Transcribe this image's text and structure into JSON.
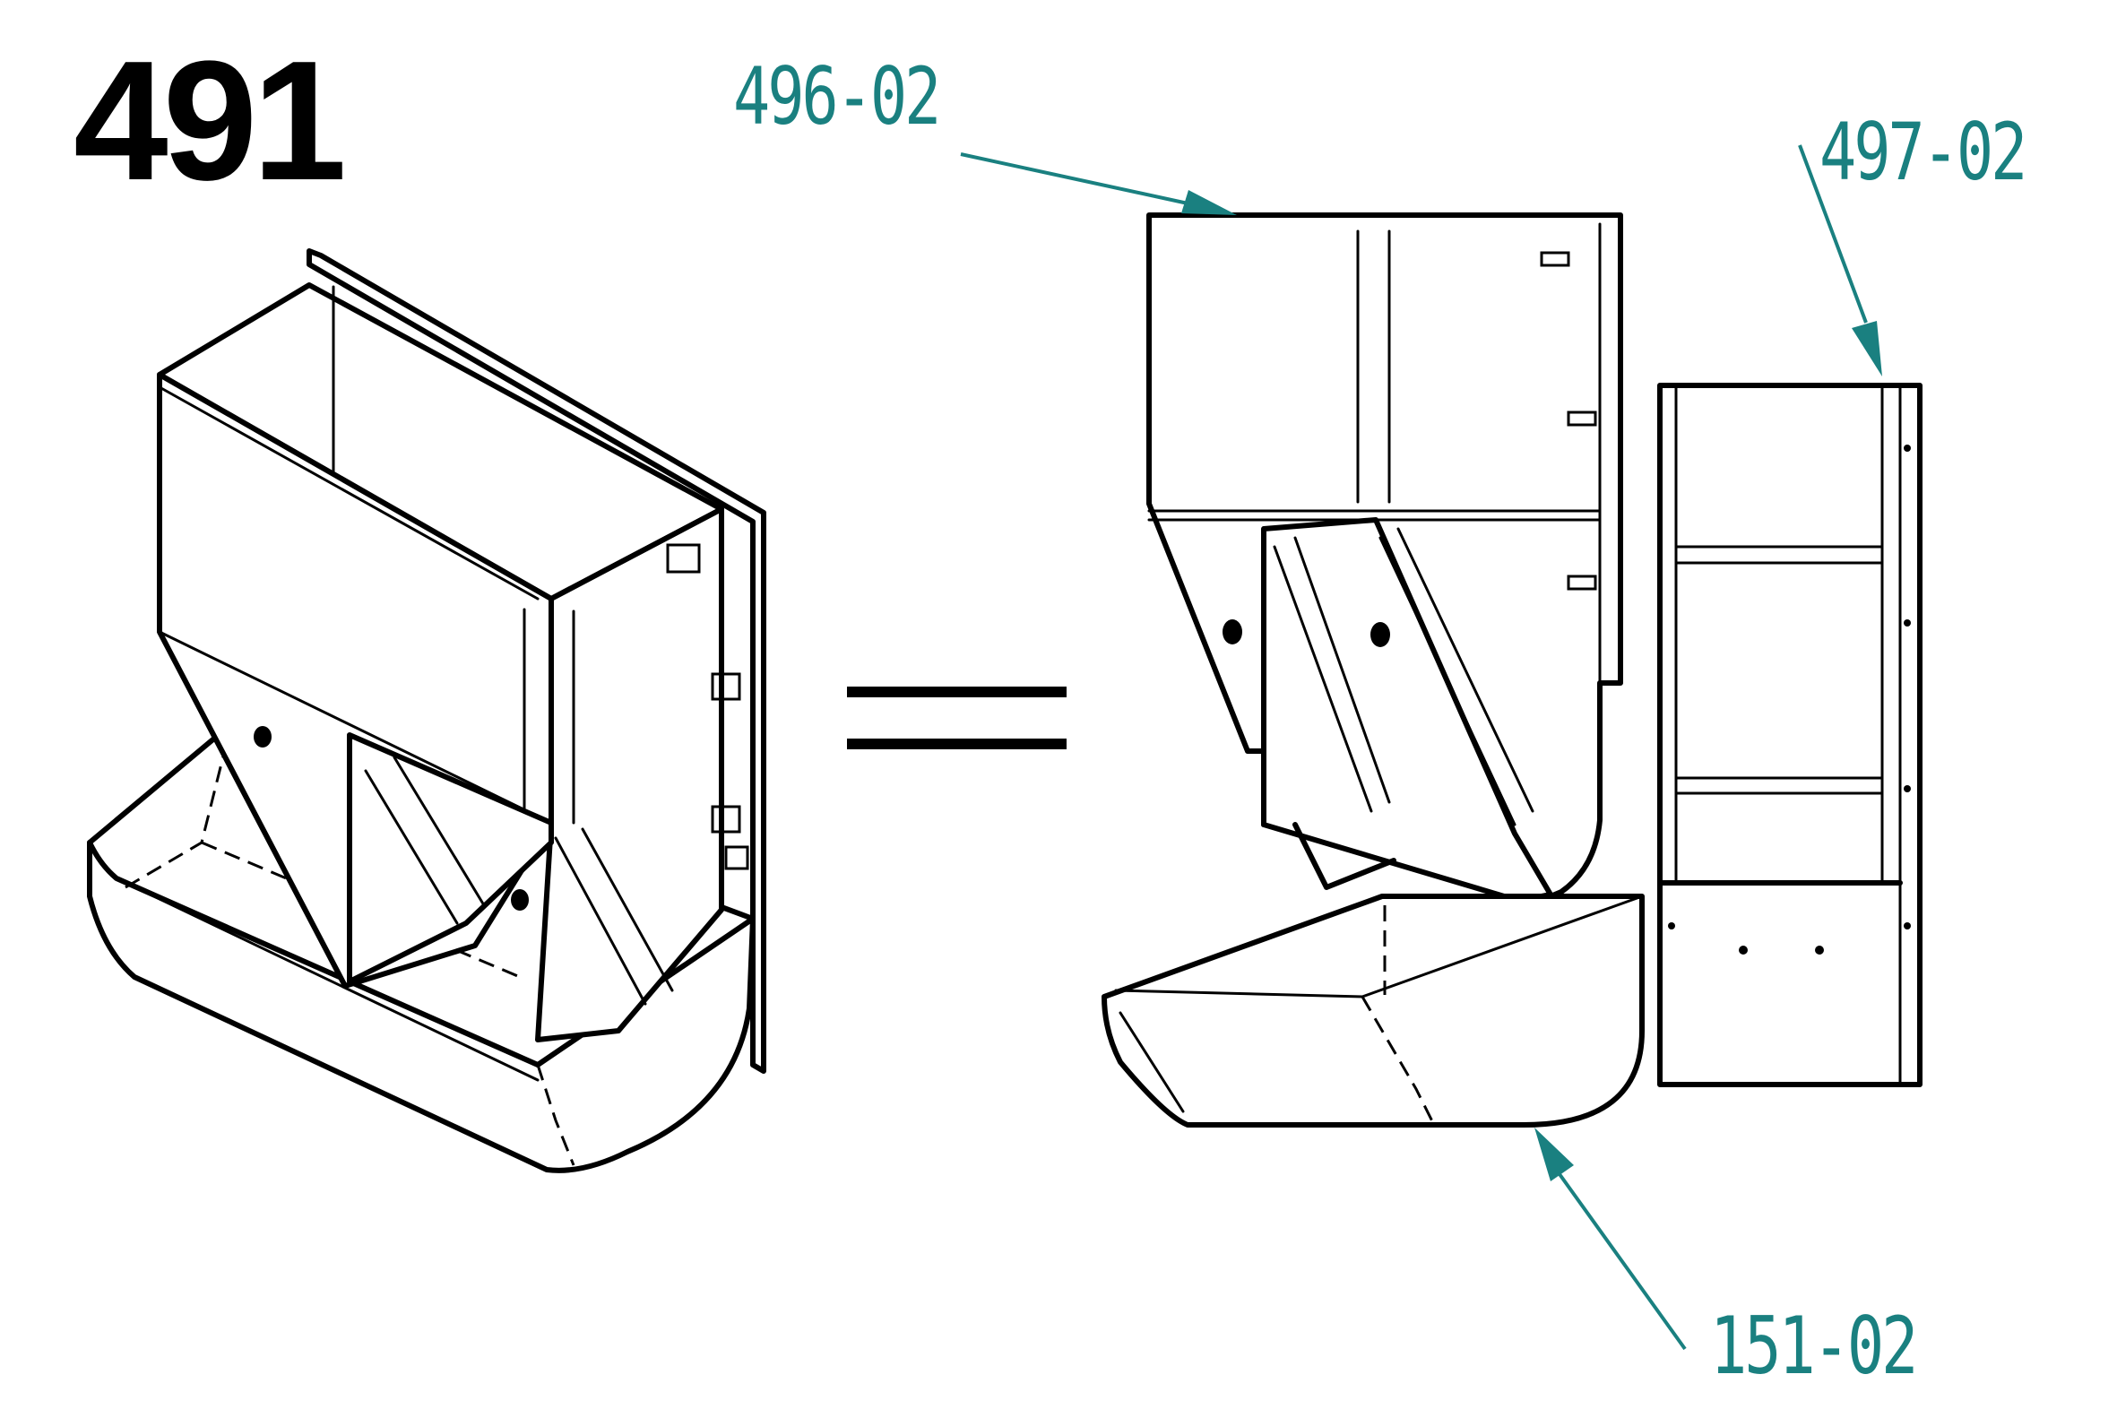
{
  "drawing": {
    "assembly_number": "491",
    "colors": {
      "line": "#000000",
      "callout": "#1a8080",
      "background": "#ffffff"
    },
    "callouts": {
      "part_496": "496-02",
      "part_497": "497-02",
      "part_151": "151-02"
    }
  }
}
